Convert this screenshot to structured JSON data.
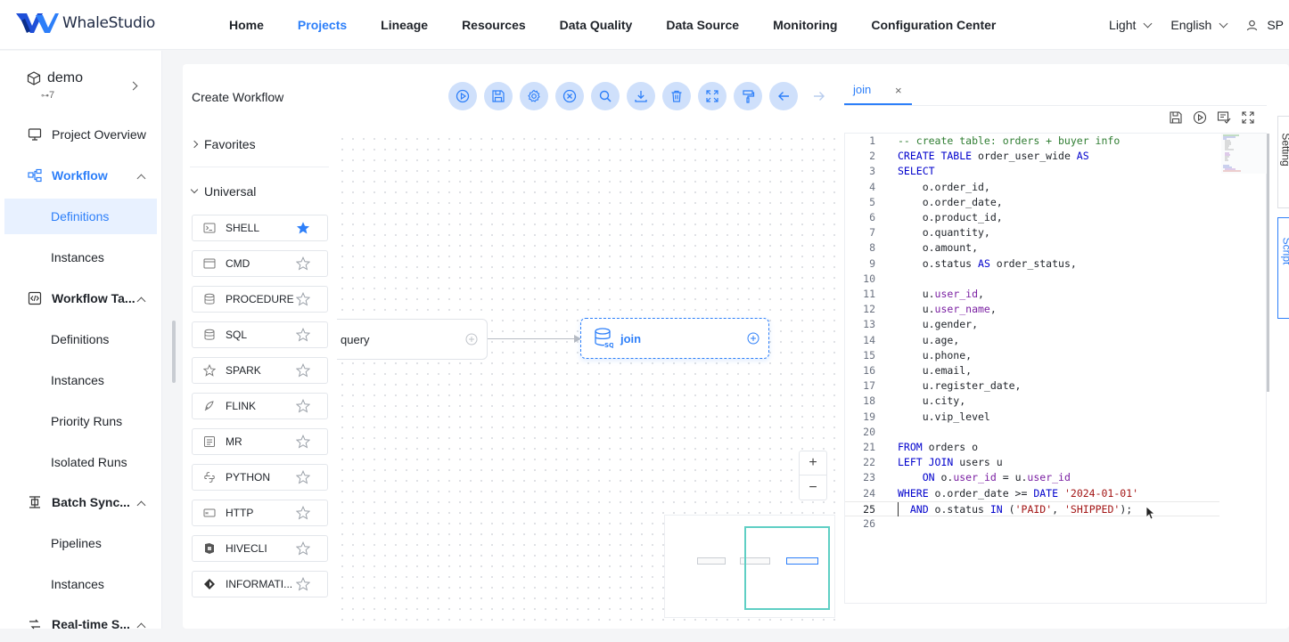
{
  "app": {
    "name": "WhaleStudio"
  },
  "nav": {
    "items": [
      "Home",
      "Projects",
      "Lineage",
      "Resources",
      "Data Quality",
      "Data Source",
      "Monitoring",
      "Configuration Center"
    ],
    "active": "Projects"
  },
  "topright": {
    "theme": "Light",
    "language": "English",
    "user": "SP"
  },
  "sidebar": {
    "project_name": "demo",
    "project_sub": "7",
    "overview": "Project Overview",
    "groups": {
      "workflow": {
        "label": "Workflow",
        "items": [
          "Definitions",
          "Instances"
        ]
      },
      "workflow_tasks": {
        "label": "Workflow Ta...",
        "items": [
          "Definitions",
          "Instances",
          "Priority Runs",
          "Isolated Runs"
        ]
      },
      "batch_sync": {
        "label": "Batch Sync...",
        "items": [
          "Pipelines",
          "Instances"
        ]
      },
      "realtime": {
        "label": "Real-time S..."
      }
    }
  },
  "workflow": {
    "title": "Create Workflow"
  },
  "palette": {
    "favorites": "Favorites",
    "universal": "Universal",
    "items": [
      "SHELL",
      "CMD",
      "PROCEDURE",
      "SQL",
      "SPARK",
      "FLINK",
      "MR",
      "PYTHON",
      "HTTP",
      "HIVECLI",
      "INFORMATI..."
    ]
  },
  "canvas": {
    "nodes": {
      "query": "query",
      "join": "join"
    },
    "zoom_in": "+",
    "zoom_out": "−"
  },
  "editor": {
    "tab": "join",
    "close": "×",
    "line_numbers": [
      "1",
      "2",
      "3",
      "4",
      "5",
      "6",
      "7",
      "8",
      "9",
      "10",
      "11",
      "12",
      "13",
      "14",
      "15",
      "16",
      "17",
      "18",
      "19",
      "20",
      "21",
      "22",
      "23",
      "24",
      "25",
      "26"
    ],
    "code": {
      "l1": "-- create table: orders + buyer info",
      "l2a": "CREATE TABLE",
      "l2b": " order_user_wide ",
      "l2c": "AS",
      "l3": "SELECT",
      "l4": "    o.order_id,",
      "l5": "    o.order_date,",
      "l6": "    o.product_id,",
      "l7": "    o.quantity,",
      "l8": "    o.amount,",
      "l9a": "    o.status ",
      "l9b": "AS",
      "l9c": " order_status,",
      "l11a": "    u.",
      "l11b": "user_id",
      "l11c": ",",
      "l12a": "    u.",
      "l12b": "user_name",
      "l12c": ",",
      "l13": "    u.gender,",
      "l14": "    u.age,",
      "l15": "    u.phone,",
      "l16": "    u.email,",
      "l17": "    u.register_date,",
      "l18": "    u.city,",
      "l19": "    u.vip_level",
      "l21a": "FROM",
      "l21b": " orders o",
      "l22a": "LEFT JOIN",
      "l22b": " users u",
      "l23a": "    ON",
      "l23b": " o.",
      "l23c": "user_id",
      "l23d": " = u.",
      "l23e": "user_id",
      "l24a": "WHERE",
      "l24b": " o.order_date >= ",
      "l24c": "DATE",
      "l24d": " ",
      "l24e": "'2024-01-01'",
      "l25a": "  AND",
      "l25b": " o.status ",
      "l25c": "IN",
      "l25d": " (",
      "l25e": "'PAID'",
      "l25f": ", ",
      "l25g": "'SHIPPED'",
      "l25h": ");"
    }
  },
  "sidetabs": {
    "setting": "Setting",
    "script": "Script"
  },
  "colors": {
    "accent": "#2d7ff9",
    "active_bg": "#e8f1ff",
    "minimap_view": "#5fcfc4"
  }
}
